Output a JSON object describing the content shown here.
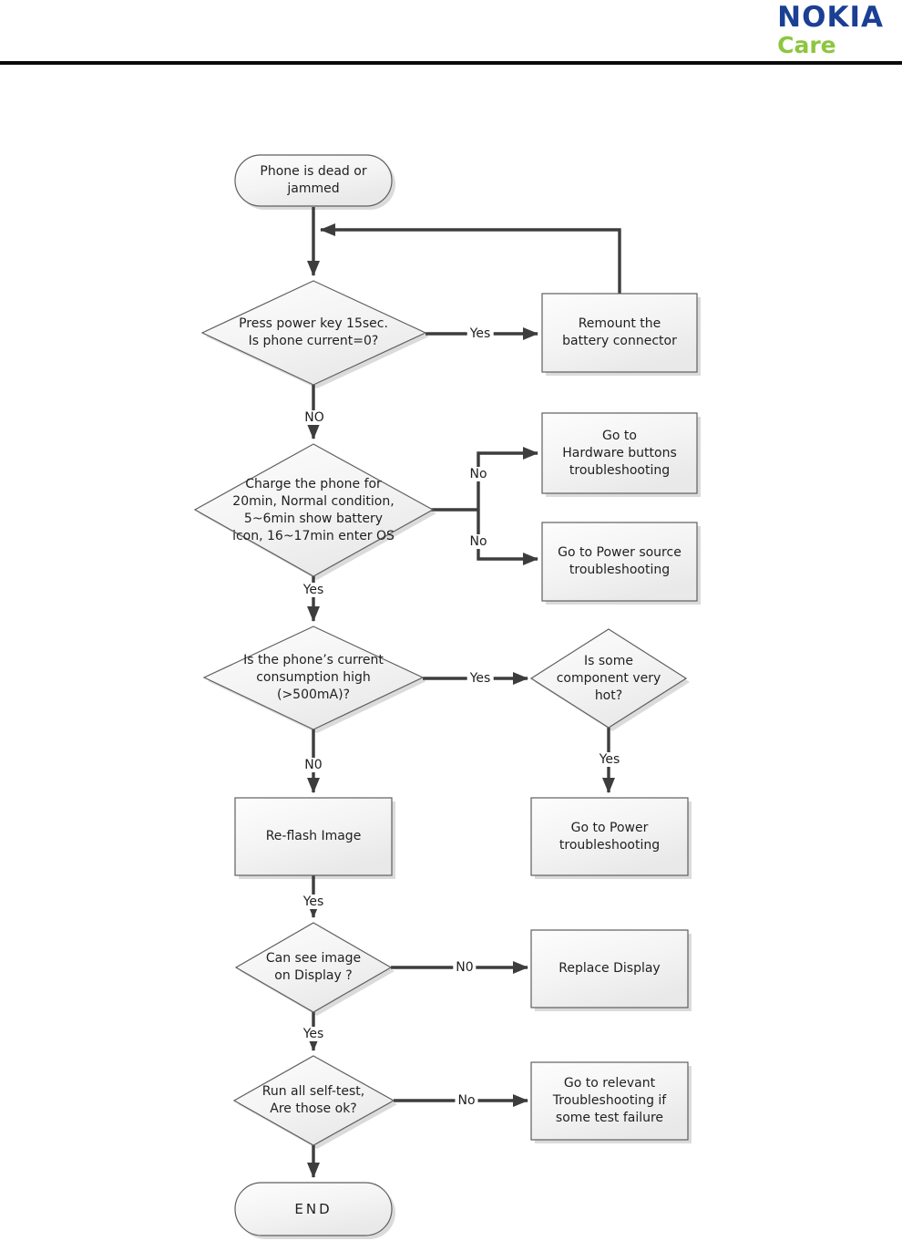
{
  "header": {
    "brand": "NOKIA",
    "sub": "Care",
    "brand_color": "#1b3f94",
    "sub_color": "#8dc63f"
  },
  "colors": {
    "connector": "#3d3d3d",
    "node_border": "#5f5f5f",
    "node_fill_top": "#fdfdfd",
    "node_fill_bottom": "#e9e9e9",
    "text": "#1f1f1f",
    "header_rule": "#0b0b0b"
  },
  "flowchart": {
    "nodes": {
      "start": {
        "type": "terminator",
        "label": "Phone is dead or\njammed"
      },
      "d_power_key": {
        "type": "decision",
        "label": "Press power key 15sec.\nIs phone current=0?"
      },
      "remount": {
        "type": "process",
        "label": "Remount the\nbattery connector"
      },
      "d_charge": {
        "type": "decision",
        "label": "Charge the phone for\n20min, Normal condition,\n5~6min show battery\nicon, 16~17min enter OS"
      },
      "hw_buttons": {
        "type": "process",
        "label": "Go to\nHardware buttons\ntroubleshooting"
      },
      "power_source": {
        "type": "process",
        "label": "Go to Power source\ntroubleshooting"
      },
      "d_current": {
        "type": "decision",
        "label": "Is the phone’s current\nconsumption high\n(>500mA)?"
      },
      "d_hot": {
        "type": "decision",
        "label": "Is some\ncomponent very\nhot?"
      },
      "reflash": {
        "type": "process",
        "label": "Re-flash Image"
      },
      "power_ts": {
        "type": "process",
        "label": "Go to Power\ntroubleshooting"
      },
      "d_display": {
        "type": "decision",
        "label": "Can see image\non Display ?"
      },
      "replace_display": {
        "type": "process",
        "label": "Replace Display"
      },
      "d_selftest": {
        "type": "decision",
        "label": "Run all self-test,\nAre those ok?"
      },
      "relevant_ts": {
        "type": "process",
        "label": "Go to relevant\nTroubleshooting if\nsome test failure"
      },
      "end": {
        "type": "terminator",
        "label": "END"
      }
    },
    "edge_labels": {
      "yes_power_key": "Yes",
      "no_power_key": "NO",
      "no_charge_top": "No",
      "no_charge_bottom": "No",
      "yes_charge": "Yes",
      "yes_current": "Yes",
      "no_current": "N0",
      "yes_hot": "Yes",
      "yes_reflash": "Yes",
      "no_display": "N0",
      "yes_display": "Yes",
      "no_selftest": "No"
    }
  }
}
